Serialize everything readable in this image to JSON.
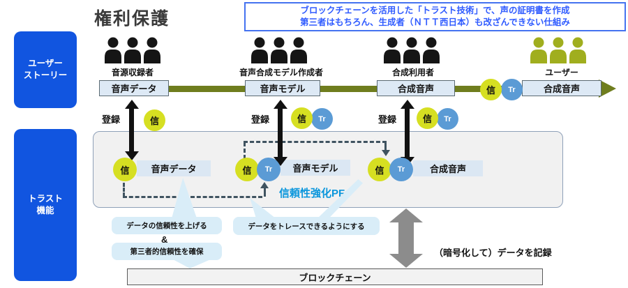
{
  "title": "権利保護",
  "note": {
    "line1": "ブロックチェーンを活用した「トラスト技術」で、声の証明書を作成",
    "line2": "第三者はもちろん、生成者（ＮＴＴ西日本）も改ざんできない仕組み"
  },
  "sidebar": {
    "user_story_line1": "ユーザー",
    "user_story_line2": "ストーリー",
    "trust_line1": "トラスト",
    "trust_line2": "機能"
  },
  "badge": {
    "shin": "信",
    "tr": "Tr"
  },
  "columns": [
    {
      "actor": "音源収録者",
      "artifact": "音声データ",
      "register": "登録"
    },
    {
      "actor": "音声合成モデル作成者",
      "artifact": "音声モデル",
      "register": "登録"
    },
    {
      "actor": "合成利用者",
      "artifact": "合成音声",
      "register": "登録"
    },
    {
      "actor": "ユーザー",
      "artifact": "合成音声"
    }
  ],
  "trust_box": {
    "items": [
      {
        "label": "音声データ"
      },
      {
        "label": "音声モデル"
      },
      {
        "label": "合成音声"
      }
    ],
    "pf_label": "信頼性強化PF"
  },
  "callouts": {
    "c1a": "データの信頼性を上げる",
    "amp": "&",
    "c1b": "第三者的信頼性を確保",
    "c2": "データをトレースできるようにする"
  },
  "bottom": {
    "record_note": "（暗号化して）データを記録",
    "blockchain": "ブロックチェーン"
  },
  "colors": {
    "sidebar_blue": "#1155e0",
    "stream_olive": "#6f7d1e",
    "shin_yellow": "#d6df22",
    "tr_blue": "#5b9bd5",
    "pf_blue": "#0a96dc",
    "note_blue": "#2f5bff",
    "user_people_olive": "#a0ae1e",
    "callout_blue": "#d9edf8",
    "gray_arrow": "#8c8c8c"
  }
}
